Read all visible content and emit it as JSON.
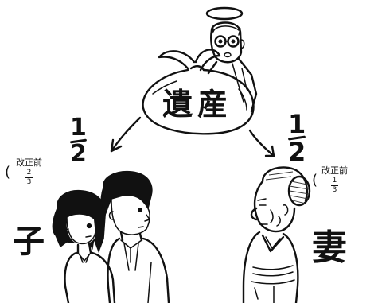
{
  "estate": {
    "label": "遺産"
  },
  "child_share": {
    "numerator": "1",
    "denominator": "2",
    "note": "改正前",
    "prior_numerator": "2",
    "prior_denominator": "3",
    "heir_label": "子"
  },
  "wife_share": {
    "numerator": "1",
    "denominator": "2",
    "note": "改正前",
    "prior_numerator": "1",
    "prior_denominator": "3",
    "heir_label": "妻"
  },
  "paren_open": "(",
  "colors": {
    "ink": "#111111",
    "paper": "#ffffff"
  },
  "figures": [
    "deceased-man-with-halo",
    "money-bag",
    "girl",
    "boy",
    "elderly-woman"
  ]
}
